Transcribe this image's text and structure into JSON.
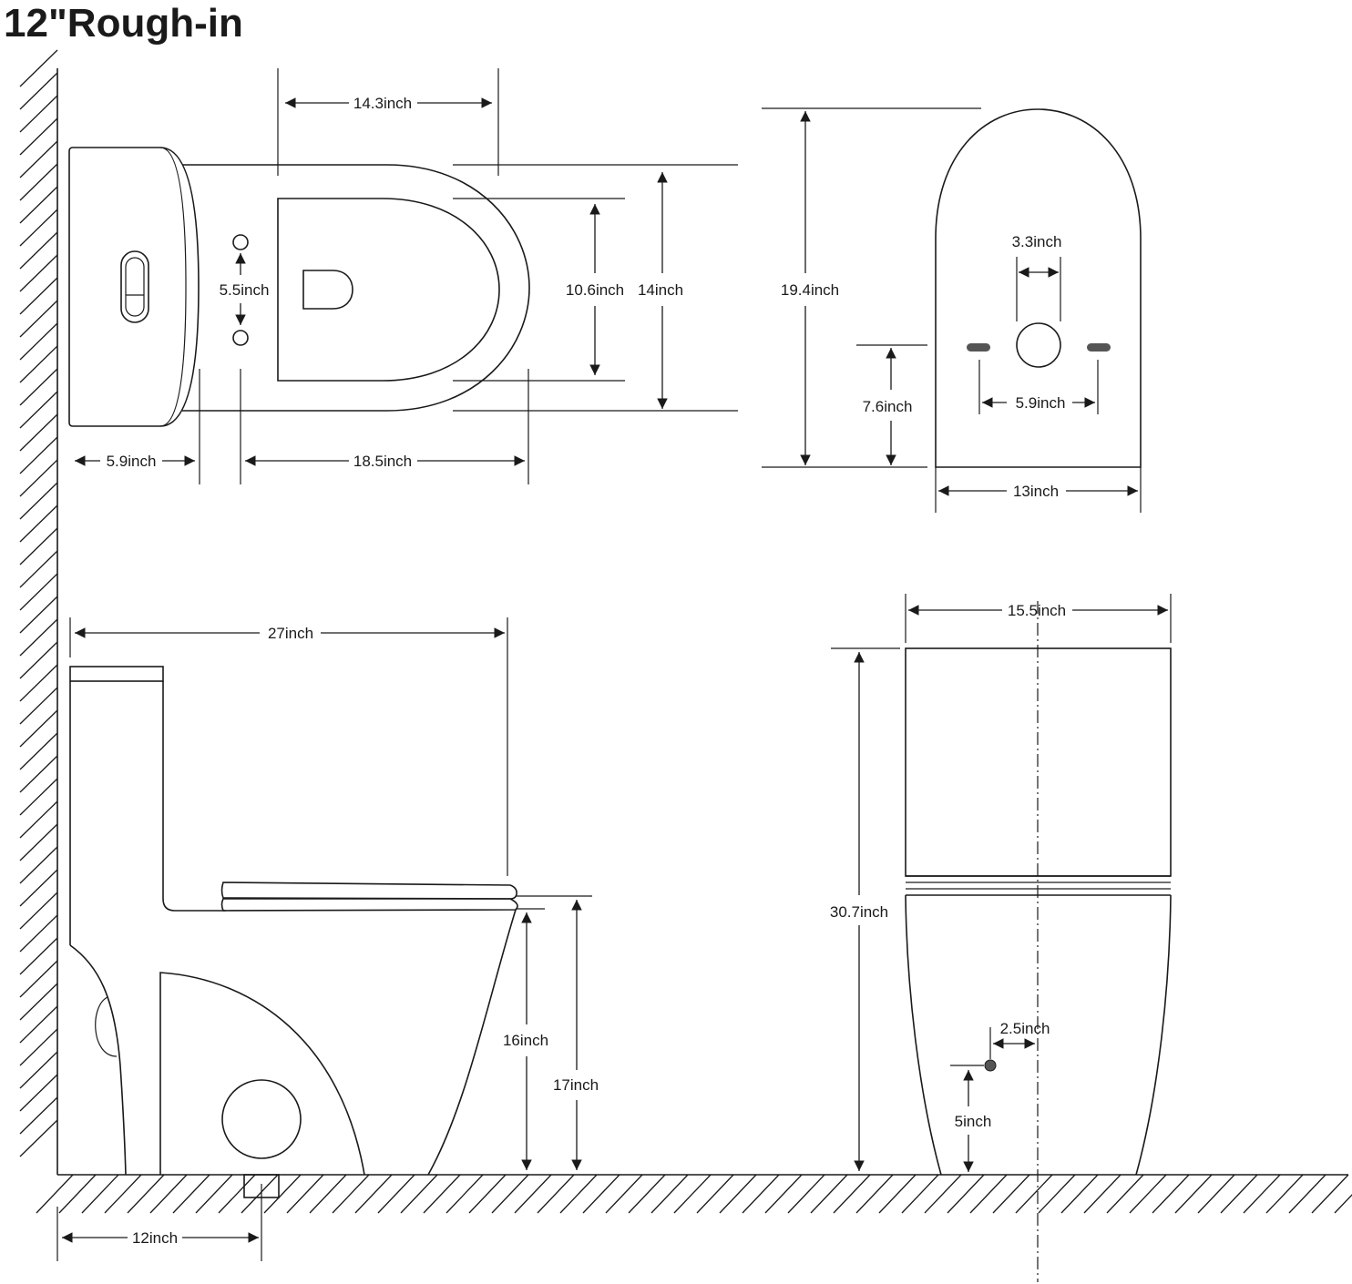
{
  "title": "12\"Rough-in",
  "top_view": {
    "seat_inner_offset": "14.3inch",
    "bolt_spacing": "5.5inch",
    "inner_width": "10.6inch",
    "outer_width": "14inch",
    "tank_depth": "5.9inch",
    "bowl_length": "18.5inch"
  },
  "bottom_view": {
    "total_length": "19.4inch",
    "outlet_diameter": "3.3inch",
    "bolt_height": "7.6inch",
    "bolt_spacing": "5.9inch",
    "base_width": "13inch"
  },
  "side_view": {
    "total_depth": "27inch",
    "seat_height_no_lid": "16inch",
    "seat_height": "17inch",
    "rough_in": "12inch"
  },
  "front_view": {
    "width": "15.5inch",
    "total_height": "30.7inch",
    "supply_offset": "2.5inch",
    "supply_height": "5inch"
  }
}
